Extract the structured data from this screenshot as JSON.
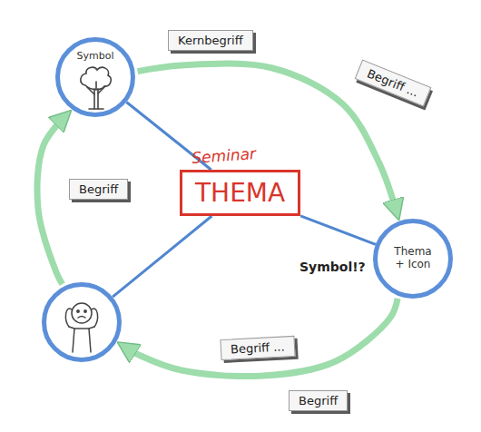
{
  "diagram": {
    "nodes": [
      {
        "text": [
          "Symbol"
        ]
      },
      {
        "text": [
          "Kernbegriff"
        ]
      },
      {
        "text": [
          "Begriff ..."
        ]
      },
      {
        "text": [
          "Begriff"
        ]
      },
      {
        "text": [
          "Seminar",
          "THEMA"
        ]
      },
      {
        "text": [
          "Thema + Icon"
        ]
      },
      {
        "text": []
      },
      {
        "text": [
          "Begriff ..."
        ]
      },
      {
        "text": [
          "Begriff"
        ]
      }
    ],
    "edges": [
      {
        "from": 4,
        "to": 0,
        "arrow": "none"
      },
      {
        "from": 4,
        "to": 5,
        "arrow": "none"
      },
      {
        "from": 4,
        "to": 6,
        "arrow": "none"
      },
      {
        "from": 0,
        "to": 5,
        "arrow": "to"
      },
      {
        "from": 5,
        "to": 6,
        "arrow": "to"
      },
      {
        "from": 6,
        "to": 0,
        "arrow": "to"
      }
    ],
    "labels": [
      "Symbol!?"
    ]
  }
}
